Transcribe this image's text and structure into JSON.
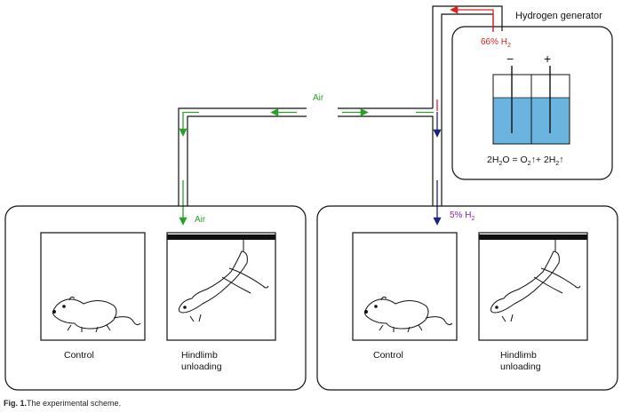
{
  "title": "Hydrogen generator",
  "generator": {
    "concentration_label": "66% H",
    "concentration_sub": "2",
    "minus_sign": "−",
    "plus_sign": "+",
    "equation": {
      "part1": "2H",
      "sub1": "2",
      "part2": "O = O",
      "sub2": "2",
      "part3": "↑+ 2H",
      "sub3": "2",
      "part4": "↑"
    }
  },
  "labels": {
    "air_top": "Air",
    "air_drop": "Air",
    "h2_drop_main": "5% H",
    "h2_drop_sub": "2"
  },
  "left_chamber": {
    "control": "Control",
    "hindlimb_line1": "Hindlimb",
    "hindlimb_line2": "unloading"
  },
  "right_chamber": {
    "control": "Control",
    "hindlimb_line1": "Hindlimb",
    "hindlimb_line2": "unloading"
  },
  "caption": {
    "label": "Fig. 1.",
    "text": "The experimental scheme."
  },
  "colors": {
    "air": "#2aa02a",
    "hydrogen_66": "#e0201c",
    "hydrogen_5_arrow": "#1a237e",
    "hydrogen_5_text": "#8e24aa",
    "water": "#6bb4e0",
    "line": "#111111"
  }
}
